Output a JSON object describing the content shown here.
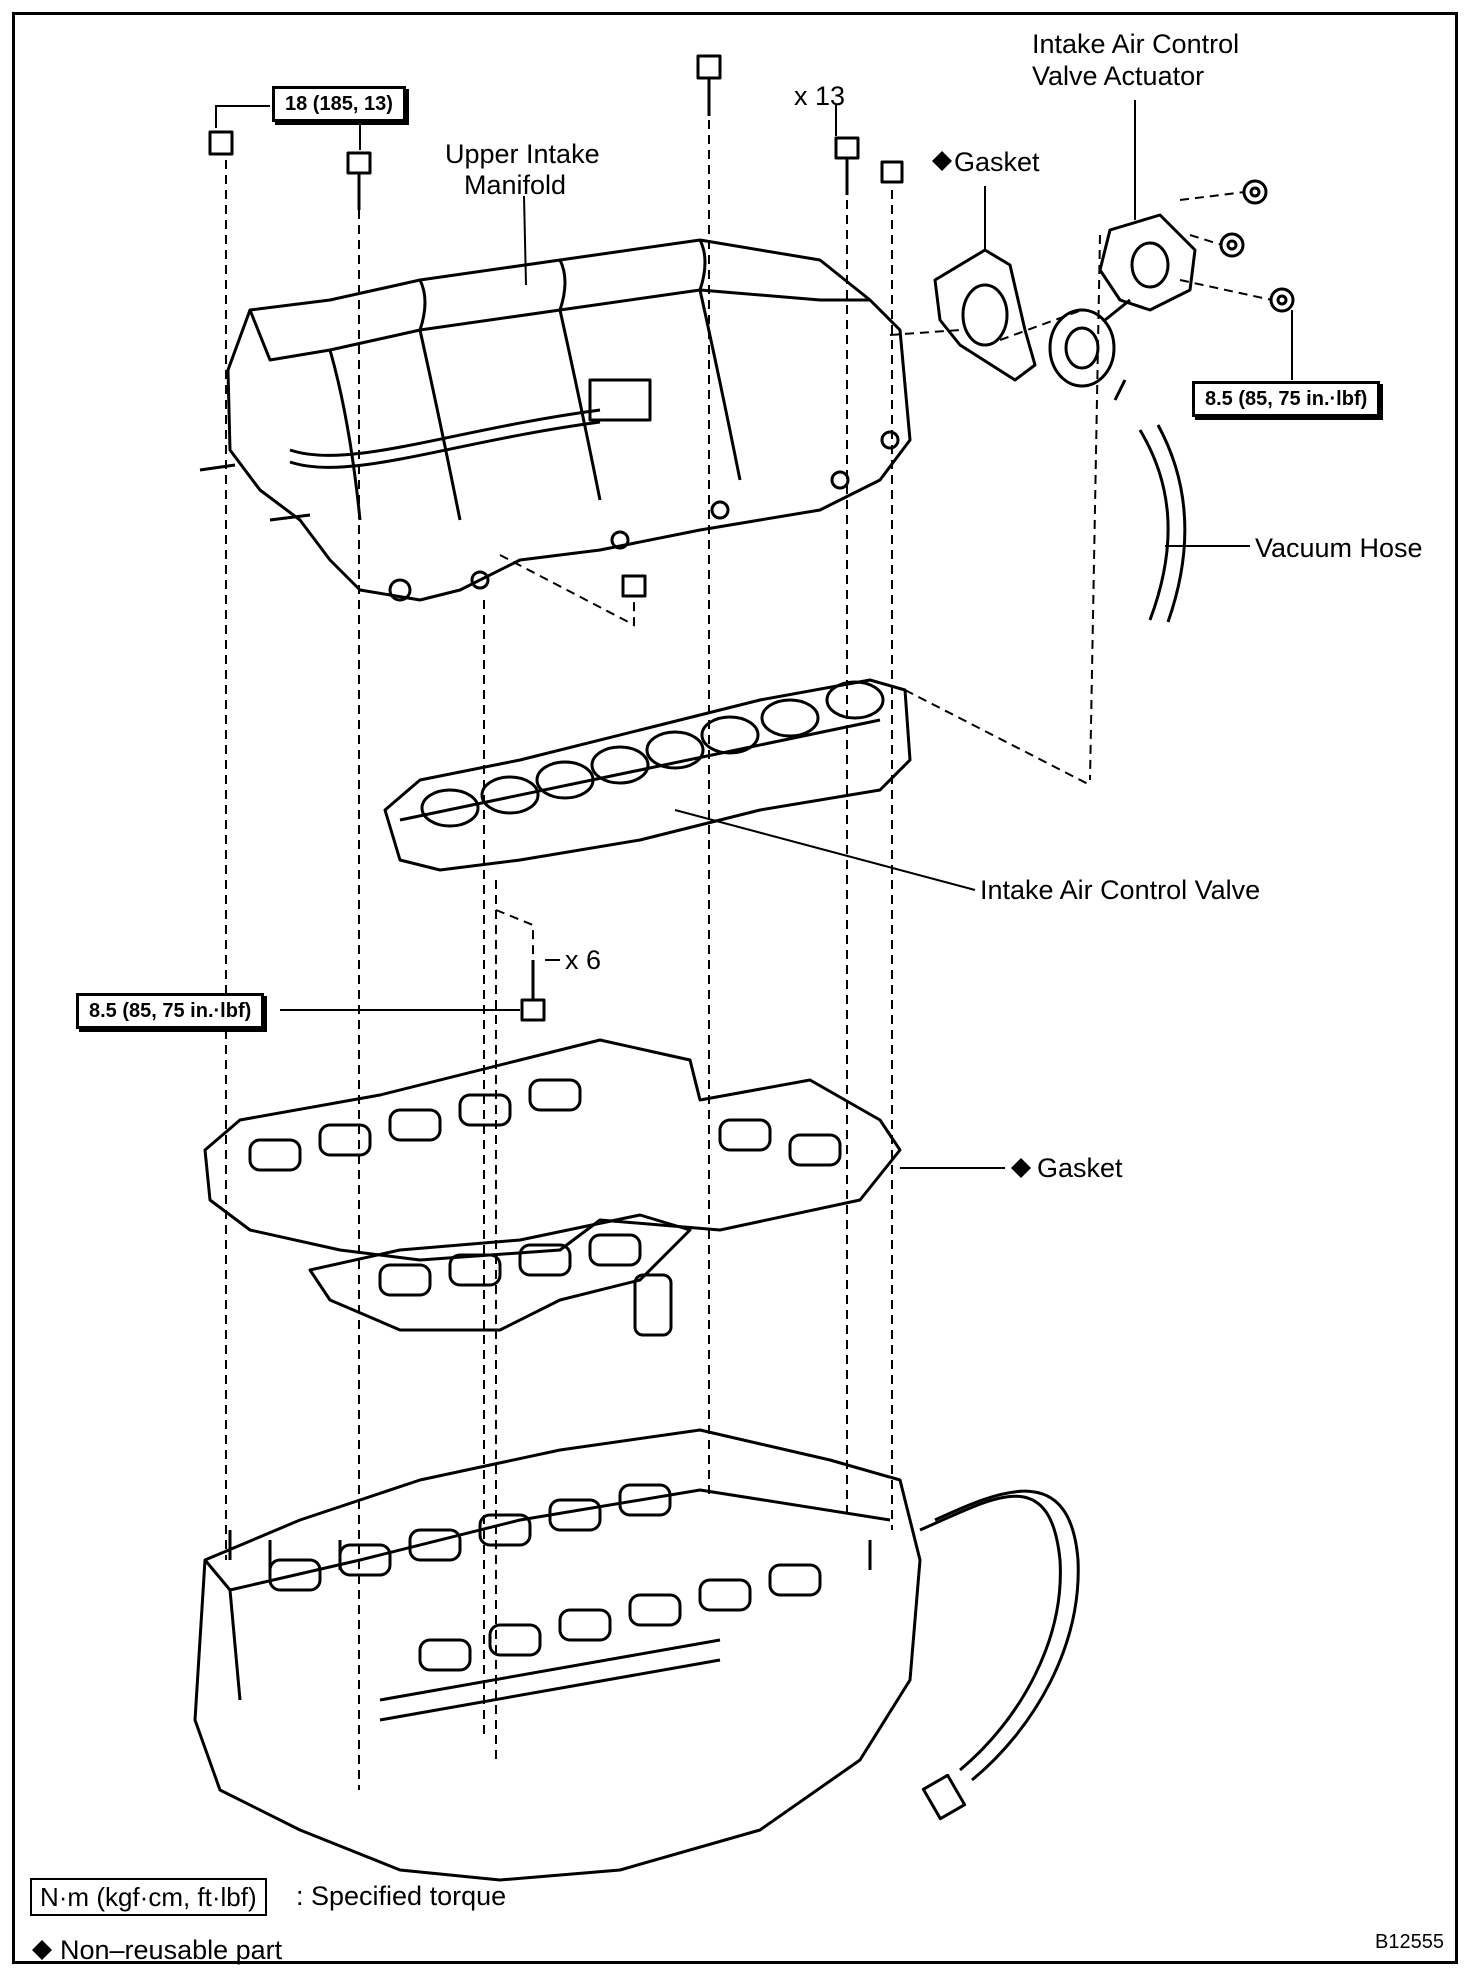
{
  "labels": {
    "iacv_actuator_line1": "Intake Air Control",
    "iacv_actuator_line2": "Valve Actuator",
    "upper_manifold_line1": "Upper Intake",
    "upper_manifold_line2": "Manifold",
    "x13": "x 13",
    "gasket_top": "Gasket",
    "vacuum_hose": "Vacuum Hose",
    "iacv": "Intake Air Control Valve",
    "x6": "x 6",
    "gasket_lower": "Gasket"
  },
  "torque": {
    "top_left": "18 (185, 13)",
    "actuator": "8.5 (85, 75 in.·lbf)",
    "iacv_bolts": "8.5 (85, 75 in.·lbf)"
  },
  "legend": {
    "unit": "N·m (kgf·cm, ft·lbf)",
    "unit_desc": ": Specified torque",
    "nonreusable": "Non–reusable part"
  },
  "figure_code": "B12555",
  "icons": {
    "nonreusable_marker": "black-diamond"
  }
}
